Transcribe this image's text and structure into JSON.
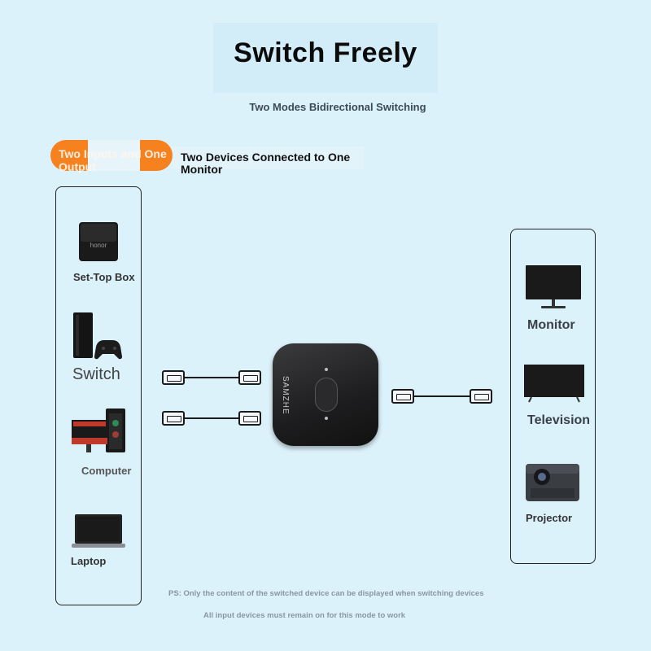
{
  "header": {
    "title": "Switch Freely",
    "subtitle": "Two Modes Bidirectional Switching"
  },
  "mode": {
    "pill_label": "Two Inputs and One Output",
    "description": "Two Devices Connected to One Monitor",
    "accent_color": "#f5821f"
  },
  "inputs": [
    {
      "label": "Set-Top Box",
      "icon": "set-top-box-icon",
      "brand": "honor"
    },
    {
      "label": "Switch",
      "icon": "game-console-icon"
    },
    {
      "label": "Computer",
      "icon": "desktop-computer-icon"
    },
    {
      "label": "Laptop",
      "icon": "laptop-icon"
    }
  ],
  "outputs": [
    {
      "label": "Monitor",
      "icon": "monitor-icon"
    },
    {
      "label": "Television",
      "icon": "television-icon"
    },
    {
      "label": "Projector",
      "icon": "projector-icon"
    }
  ],
  "device": {
    "brand": "SAMZHE"
  },
  "notes": {
    "line1": "PS: Only the content of the switched device can be displayed when switching devices",
    "line2": "All input devices must remain on for this mode to work"
  }
}
